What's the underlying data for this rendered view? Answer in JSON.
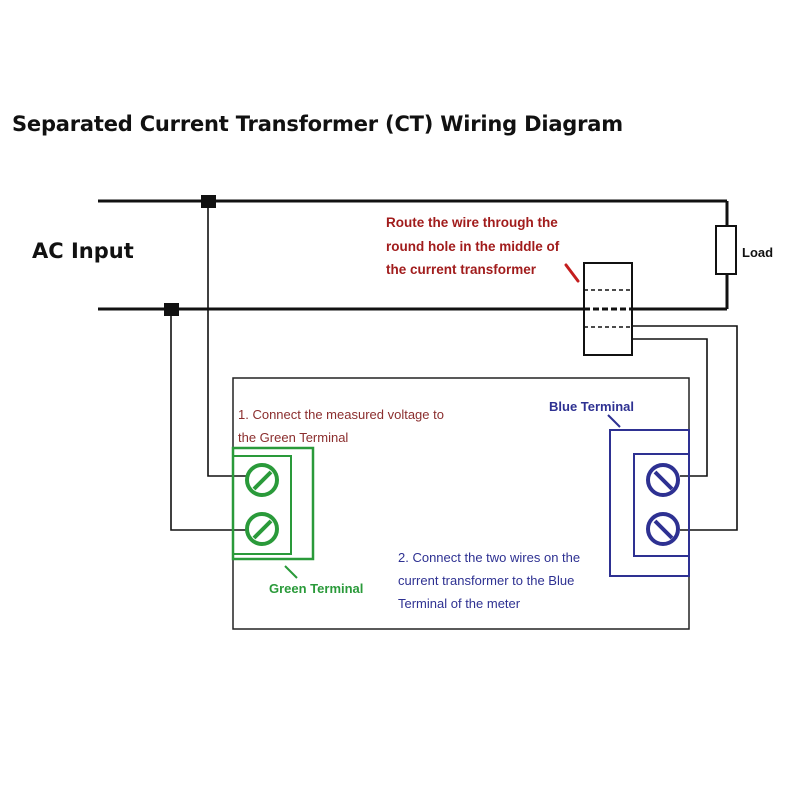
{
  "title": "Separated Current Transformer (CT) Wiring Diagram",
  "ac_input_label": "AC Input",
  "load_label": "Load",
  "ct_note": {
    "lines": [
      "Route the wire through the",
      "round hole in the middle of",
      "the current transformer"
    ]
  },
  "step1": {
    "lines": [
      "1. Connect the measured voltage to",
      "the Green Terminal"
    ]
  },
  "step2": {
    "lines": [
      "2. Connect the two  wires on the",
      "current transformer to the Blue",
      "Terminal of the meter"
    ]
  },
  "green_terminal_label": "Green Terminal",
  "blue_terminal_label": "Blue Terminal",
  "colors": {
    "wire": "#111111",
    "green": "#2a9a3a",
    "blue": "#2e3192",
    "dark_red": "#a11c1c",
    "brown_red": "#8b2e2e",
    "meter_border": "#222222"
  },
  "icons": {
    "terminal_screw": "slotted-screw-icon",
    "load": "resistor-icon",
    "ct": "current-transformer-icon"
  }
}
